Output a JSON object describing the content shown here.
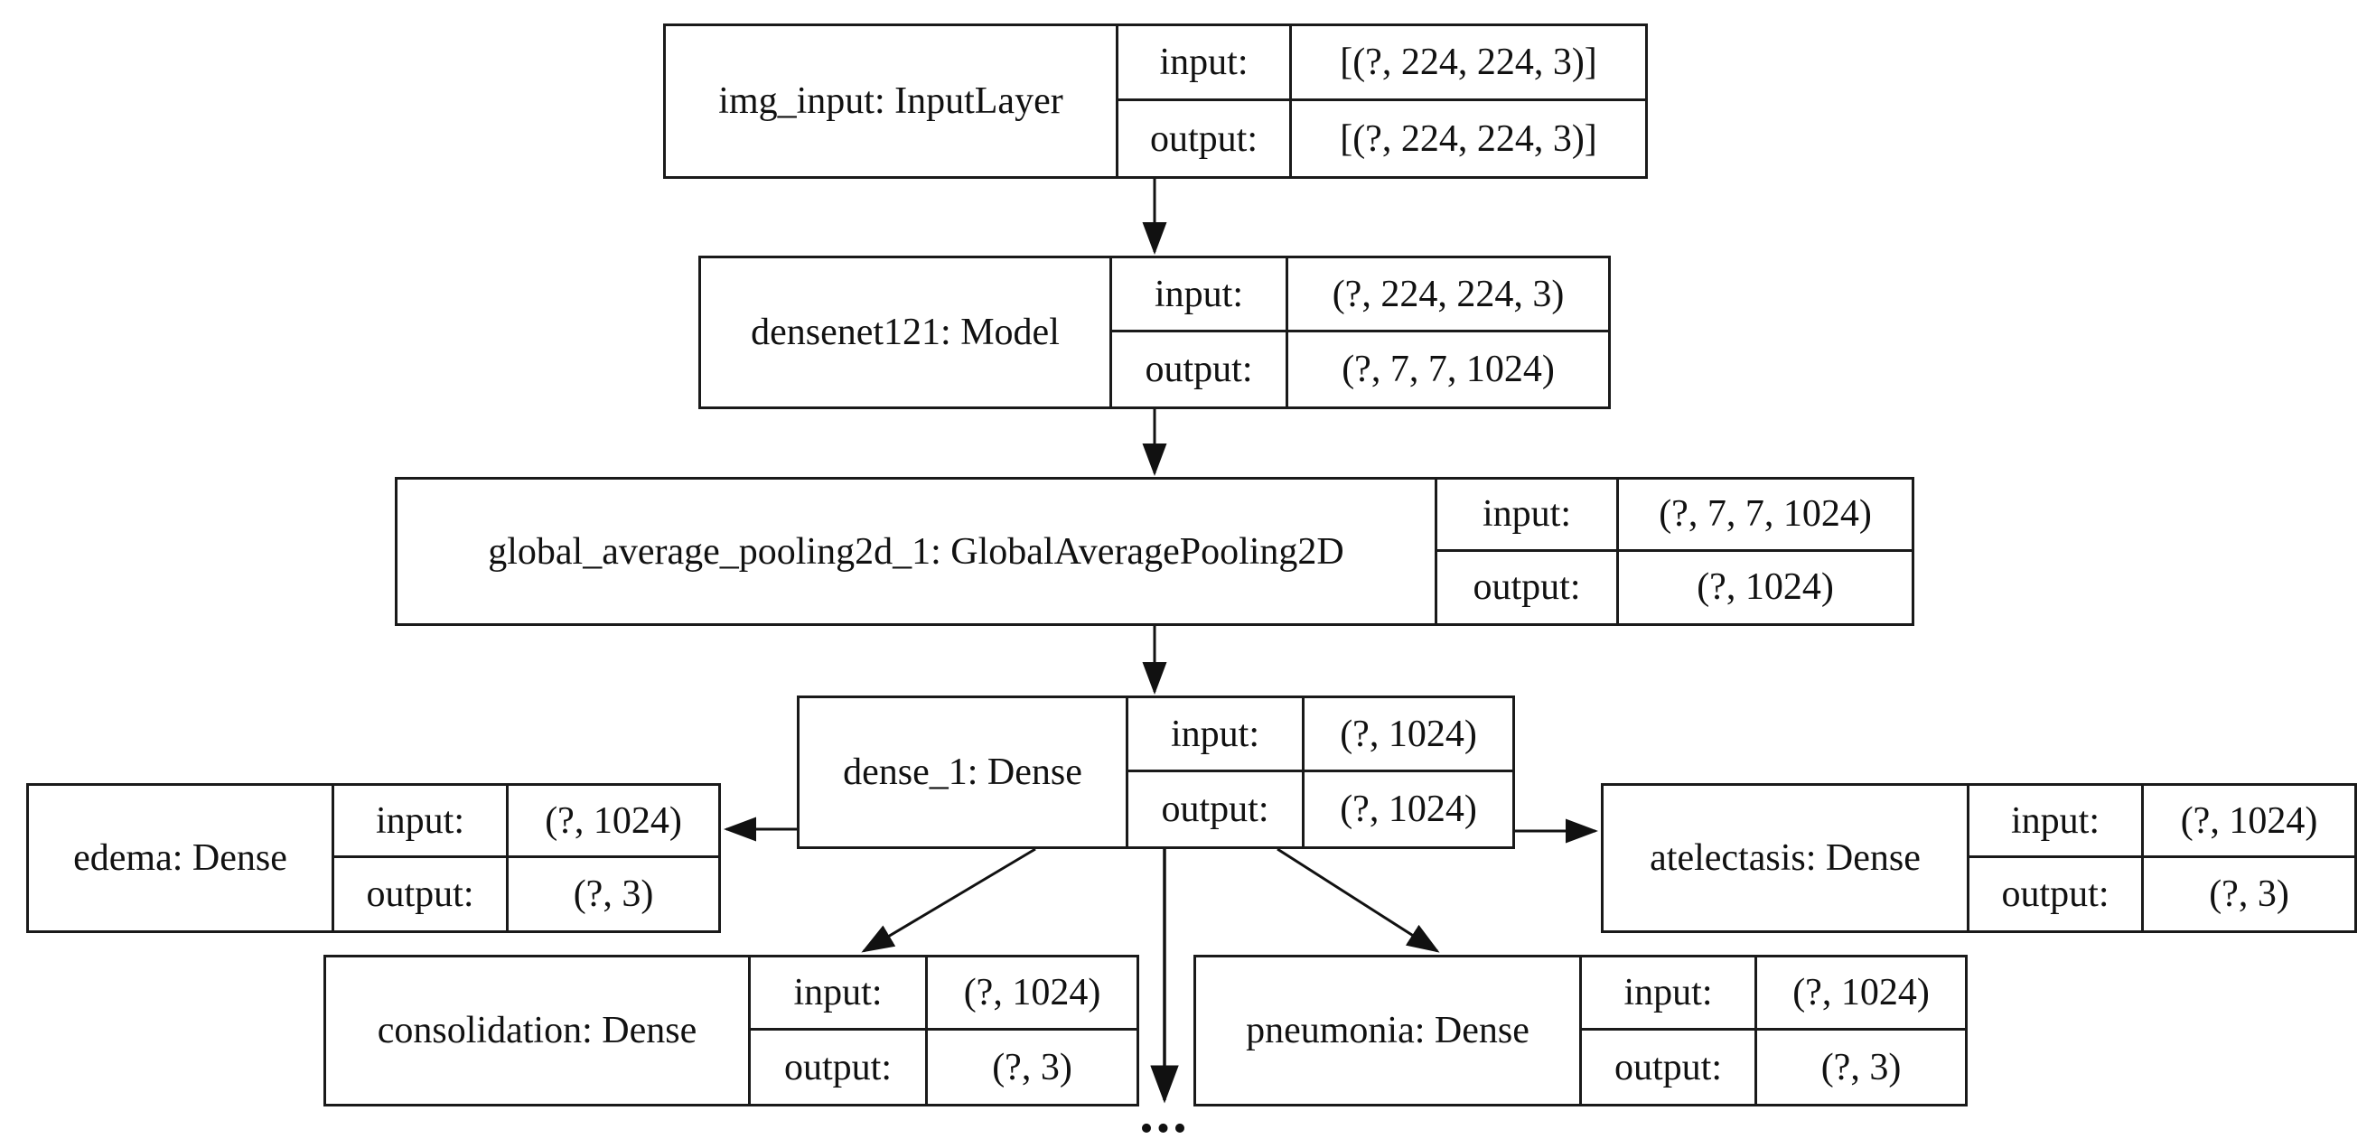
{
  "diagram": {
    "labels": {
      "input": "input:",
      "output": "output:"
    },
    "truncation": "...",
    "nodes": [
      {
        "id": "img_input",
        "name": "img_input: InputLayer",
        "input_shape": "[(?, 224, 224, 3)]",
        "output_shape": "[(?, 224, 224, 3)]"
      },
      {
        "id": "densenet121",
        "name": "densenet121: Model",
        "input_shape": "(?, 224, 224, 3)",
        "output_shape": "(?, 7, 7, 1024)"
      },
      {
        "id": "global_average_pooling2d_1",
        "name": "global_average_pooling2d_1: GlobalAveragePooling2D",
        "input_shape": "(?, 7, 7, 1024)",
        "output_shape": "(?, 1024)"
      },
      {
        "id": "dense_1",
        "name": "dense_1: Dense",
        "input_shape": "(?, 1024)",
        "output_shape": "(?, 1024)"
      },
      {
        "id": "edema",
        "name": "edema: Dense",
        "input_shape": "(?, 1024)",
        "output_shape": "(?, 3)"
      },
      {
        "id": "atelectasis",
        "name": "atelectasis: Dense",
        "input_shape": "(?, 1024)",
        "output_shape": "(?, 3)"
      },
      {
        "id": "consolidation",
        "name": "consolidation: Dense",
        "input_shape": "(?, 1024)",
        "output_shape": "(?, 3)"
      },
      {
        "id": "pneumonia",
        "name": "pneumonia: Dense",
        "input_shape": "(?, 1024)",
        "output_shape": "(?, 3)"
      }
    ],
    "edges": [
      {
        "from": "img_input",
        "to": "densenet121"
      },
      {
        "from": "densenet121",
        "to": "global_average_pooling2d_1"
      },
      {
        "from": "global_average_pooling2d_1",
        "to": "dense_1"
      },
      {
        "from": "dense_1",
        "to": "edema"
      },
      {
        "from": "dense_1",
        "to": "consolidation"
      },
      {
        "from": "dense_1",
        "to": "(truncated outputs)"
      },
      {
        "from": "dense_1",
        "to": "pneumonia"
      },
      {
        "from": "dense_1",
        "to": "atelectasis"
      }
    ]
  }
}
